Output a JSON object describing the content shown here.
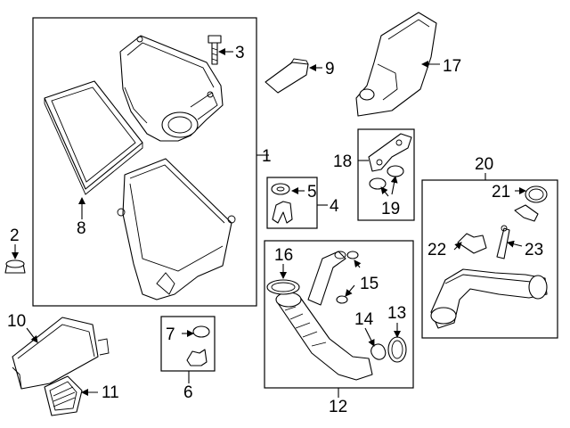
{
  "diagram": {
    "callouts": {
      "c1": "1",
      "c2": "2",
      "c3": "3",
      "c4": "4",
      "c5": "5",
      "c6": "6",
      "c7": "7",
      "c8": "8",
      "c9": "9",
      "c10": "10",
      "c11": "11",
      "c12": "12",
      "c13": "13",
      "c14": "14",
      "c15": "15",
      "c16": "16",
      "c17": "17",
      "c18": "18",
      "c19": "19",
      "c20": "20",
      "c21": "21",
      "c22": "22",
      "c23": "23"
    },
    "line_color": "#000000",
    "background": "#ffffff"
  }
}
